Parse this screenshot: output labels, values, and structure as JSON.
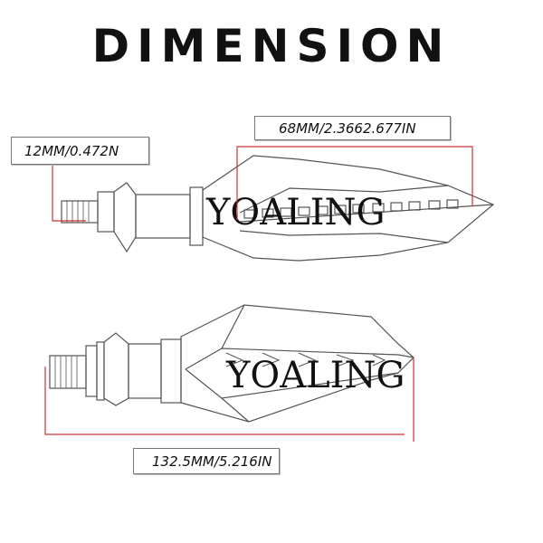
{
  "title": "DIMENSION",
  "labels": {
    "thread": "12MM/0.472N",
    "lens": "68MM/2.3662.677IN",
    "total": "132.5MM/5.216IN"
  },
  "watermark": "YOALING",
  "colors": {
    "dimension_line": "#cc3333",
    "outline": "#555555"
  }
}
